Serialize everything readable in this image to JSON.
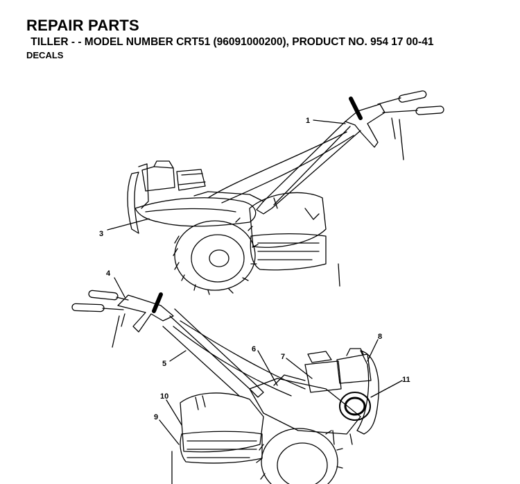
{
  "header": {
    "title": "REPAIR PARTS",
    "subtitle": " TILLER - - MODEL NUMBER CRT51 (96091000200), PRODUCT NO. 954 17 00-41",
    "section": "DECALS"
  },
  "callouts": [
    "1",
    "3",
    "4",
    "5",
    "6",
    "7",
    "8",
    "9",
    "10",
    "11"
  ]
}
